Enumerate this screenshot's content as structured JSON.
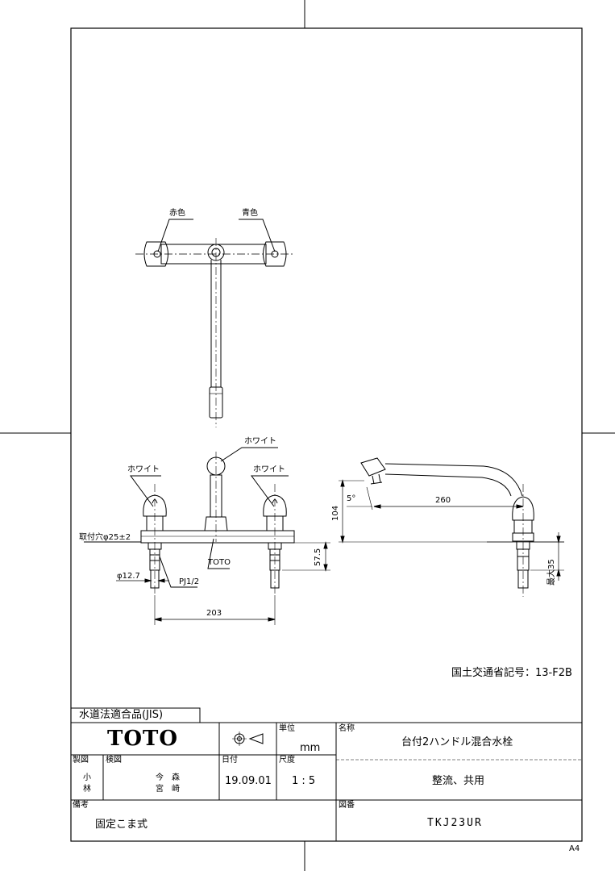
{
  "drawing": {
    "top_labels": {
      "red": "赤色",
      "blue": "青色"
    },
    "front_labels": {
      "white_left": "ホワイト",
      "white_center": "ホワイト",
      "white_right": "ホワイト",
      "mount_hole": "取付穴φ25±2",
      "toto_mark": "TOTO",
      "dia": "φ12.7",
      "thread": "PJ1/2",
      "dim_203": "203",
      "dim_57_5": "57.5"
    },
    "side_labels": {
      "angle": "5°",
      "dim_260": "260",
      "dim_104": "104",
      "max_35": "最大35"
    },
    "registration": "国土交通省記号：13-F2B",
    "paper_size": "A4"
  },
  "title_block": {
    "jis_label": "水道法適合品(JIS)",
    "logo": "TOTO",
    "unit_label": "単位",
    "unit_value": "mm",
    "name_label": "名称",
    "product_name": "台付2ハンドル混合水栓",
    "product_sub": "整流、共用",
    "drawn_label": "製図",
    "drawn_by_1": "小",
    "drawn_by_2": "林",
    "checked_label": "検図",
    "checked_by_1": "今　森",
    "checked_by_2": "宮　崎",
    "date_label": "日付",
    "date_value": "19.09.01",
    "scale_label": "尺度",
    "scale_value": "1 : 5",
    "remarks_label": "備考",
    "remarks_value": "固定こま式",
    "drawing_no_label": "図番",
    "drawing_no": "TKJ23UR"
  }
}
